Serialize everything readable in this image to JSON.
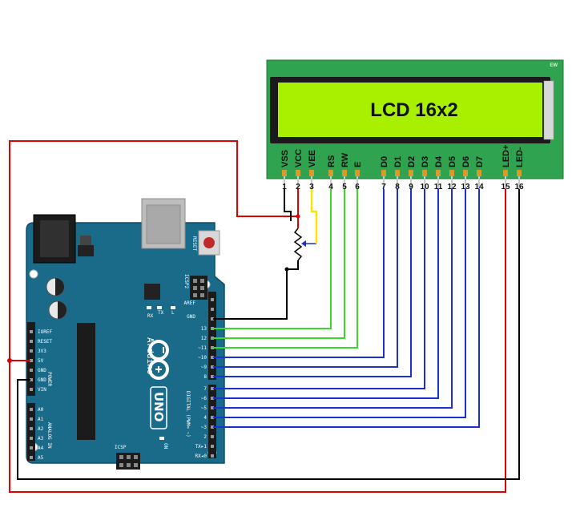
{
  "lcd": {
    "title": "LCD 16x2",
    "corner_mark": "EW",
    "pins": [
      {
        "num": "1",
        "label": "VSS"
      },
      {
        "num": "2",
        "label": "VCC"
      },
      {
        "num": "3",
        "label": "VEE"
      },
      {
        "num": "4",
        "label": "RS"
      },
      {
        "num": "5",
        "label": "RW"
      },
      {
        "num": "6",
        "label": "E"
      },
      {
        "num": "7",
        "label": "D0"
      },
      {
        "num": "8",
        "label": "D1"
      },
      {
        "num": "9",
        "label": "D2"
      },
      {
        "num": "10",
        "label": "D3"
      },
      {
        "num": "11",
        "label": "D4"
      },
      {
        "num": "12",
        "label": "D5"
      },
      {
        "num": "13",
        "label": "D6"
      },
      {
        "num": "14",
        "label": "D7"
      },
      {
        "num": "15",
        "label": "LED+"
      },
      {
        "num": "16",
        "label": "LED-"
      }
    ]
  },
  "arduino": {
    "brand": "Arduino",
    "model": "UNO",
    "reset": "RESET",
    "icsp2": "ICSP2",
    "icsp": "ICSP",
    "tx": "TX",
    "rx": "RX",
    "l": "L",
    "on": "ON",
    "aref": "AREF",
    "gnd": "GND",
    "digital_pins": [
      "13",
      "12",
      "~11",
      "~10",
      "~9",
      "8",
      "7",
      "~6",
      "~5",
      "4",
      "~3",
      "2",
      "TX▸1",
      "RX◂0"
    ],
    "digital_label": "DIGITAL (PWM= ~)",
    "power_pins": [
      "IOREF",
      "RESET",
      "3V3",
      "5V",
      "GND",
      "GND",
      "VIN"
    ],
    "power_label": "POWER",
    "analog_pins": [
      "A0",
      "A1",
      "A2",
      "A3",
      "A4",
      "A5"
    ],
    "analog_label": "ANALOG IN"
  },
  "colors": {
    "board": "#1a6a8a",
    "lcd_screen": "#a8f000",
    "lcd_bezel": "#1a1a1a",
    "lcd_pcb": "#2fa34f",
    "wire_red": "#e00000",
    "wire_black": "#000000",
    "wire_green": "#39d82b",
    "wire_blue": "#1c2fd0",
    "wire_yellow": "#f7e600"
  }
}
